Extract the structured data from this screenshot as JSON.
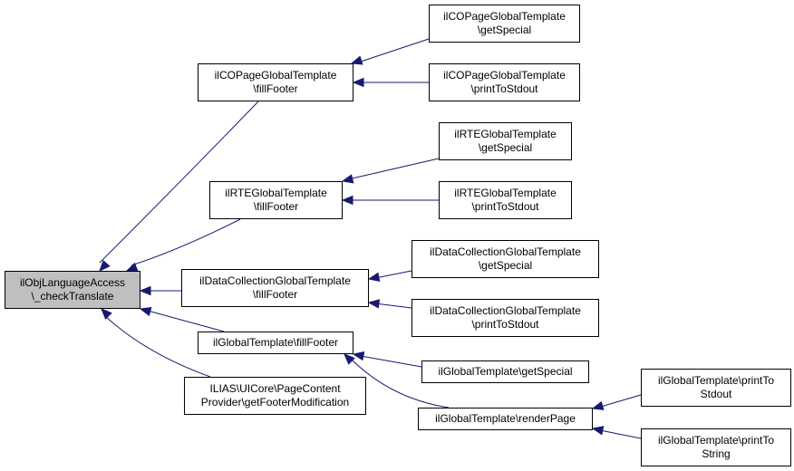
{
  "colors": {
    "edge": "#191970",
    "root_fill": "#bfbfbf",
    "node_fill": "#ffffff",
    "border": "#000000"
  },
  "nodes": {
    "check_translate": {
      "line1": "ilObjLanguageAccess",
      "line2": "\\_checkTranslate"
    },
    "cop_fill_footer": {
      "line1": "ilCOPageGlobalTemplate",
      "line2": "\\fillFooter"
    },
    "cop_get_special": {
      "line1": "ilCOPageGlobalTemplate",
      "line2": "\\getSpecial"
    },
    "cop_print_stdout": {
      "line1": "ilCOPageGlobalTemplate",
      "line2": "\\printToStdout"
    },
    "rte_fill_footer": {
      "line1": "ilRTEGlobalTemplate",
      "line2": "\\fillFooter"
    },
    "rte_get_special": {
      "line1": "ilRTEGlobalTemplate",
      "line2": "\\getSpecial"
    },
    "rte_print_stdout": {
      "line1": "ilRTEGlobalTemplate",
      "line2": "\\printToStdout"
    },
    "dc_fill_footer": {
      "line1": "ilDataCollectionGlobalTemplate",
      "line2": "\\fillFooter"
    },
    "dc_get_special": {
      "line1": "ilDataCollectionGlobalTemplate",
      "line2": "\\getSpecial"
    },
    "dc_print_stdout": {
      "line1": "ilDataCollectionGlobalTemplate",
      "line2": "\\printToStdout"
    },
    "gt_fill_footer": {
      "line1": "ilGlobalTemplate\\fillFooter"
    },
    "gt_get_special": {
      "line1": "ilGlobalTemplate\\getSpecial"
    },
    "gt_render_page": {
      "line1": "ilGlobalTemplate\\renderPage"
    },
    "gt_print_stdout": {
      "line1": "ilGlobalTemplate\\printTo",
      "line2": "Stdout"
    },
    "gt_print_string": {
      "line1": "ilGlobalTemplate\\printTo",
      "line2": "String"
    },
    "ilias_footer_mod": {
      "line1": "ILIAS\\UICore\\PageContent",
      "line2": "Provider\\getFooterModification"
    }
  }
}
